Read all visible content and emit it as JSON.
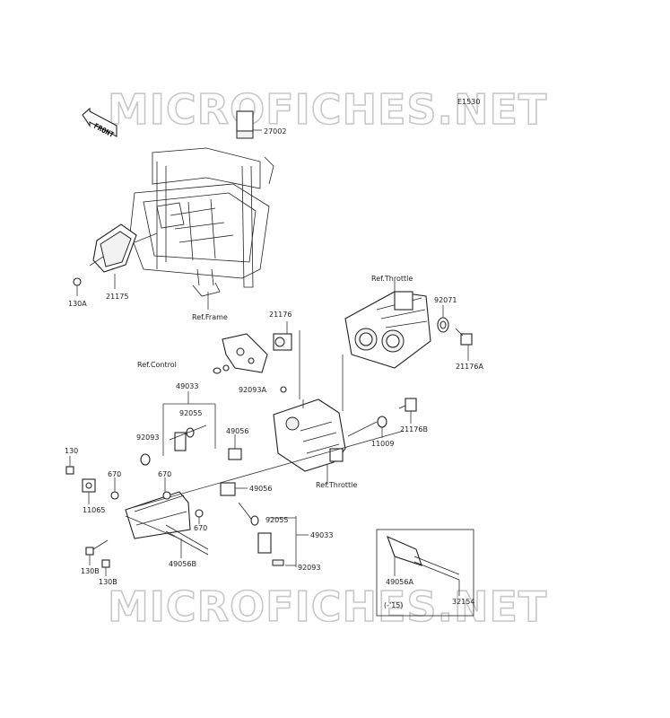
{
  "watermark": {
    "top": "MICROFICHES.NET",
    "bottom": "MICROFICHES.NET"
  },
  "diagram_code": "E1530",
  "front_label": "FRONT",
  "refs": {
    "frame": "Ref.Frame",
    "throttle_top": "Ref.Throttle",
    "throttle_bottom": "Ref.Throttle",
    "control": "Ref.Control"
  },
  "inset_note": "(-'15)",
  "parts": {
    "p27002": "27002",
    "p21175": "21175",
    "p130A": "130A",
    "p92071": "92071",
    "p21176": "21176",
    "p21176A": "21176A",
    "p92093A": "92093A",
    "p49033_top": "49033",
    "p92055_top": "92055",
    "p92093_top": "92093",
    "p49056_a": "49056",
    "p130": "130",
    "p670_a": "670",
    "p670_b": "670",
    "p11065": "11065",
    "p49056_b": "49056",
    "p670_c": "670",
    "p92055_bot": "92055",
    "p49033_bot": "49033",
    "p92093_bot": "92093",
    "p130B_a": "130B",
    "p130B_b": "130B",
    "p49056B": "49056B",
    "p11009": "11009",
    "p21176B": "21176B",
    "p49056A": "49056A",
    "p32154": "32154"
  }
}
